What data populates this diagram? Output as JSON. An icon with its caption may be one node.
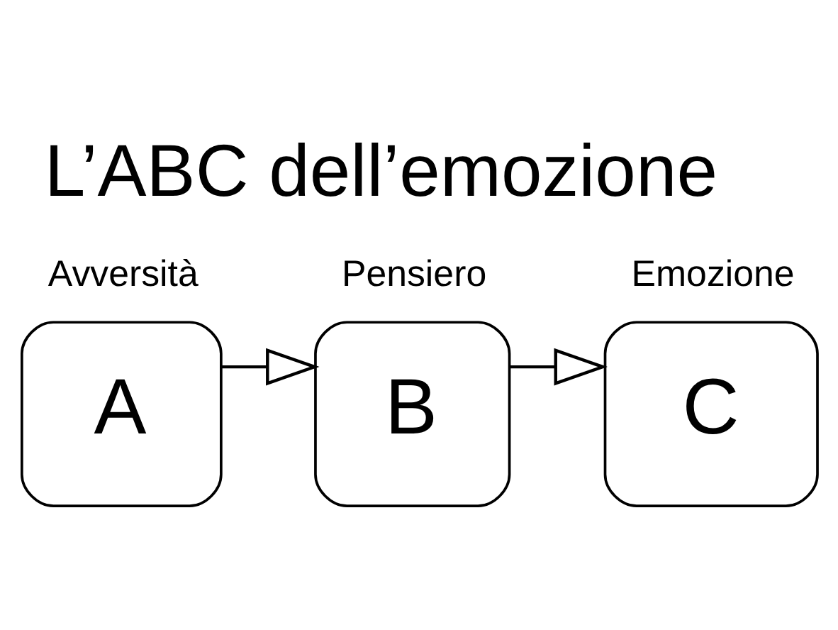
{
  "diagram": {
    "title": "L’ABC dell’emozione",
    "nodes": [
      {
        "text": [
          "A"
        ],
        "beside": [
          "Avversità"
        ]
      },
      {
        "text": [
          "B"
        ],
        "beside": [
          "Pensiero"
        ]
      },
      {
        "text": [
          "C"
        ],
        "beside": [
          "Emozione"
        ]
      }
    ],
    "edges": [
      {
        "from": 0,
        "to": 1,
        "arrow": "to"
      },
      {
        "from": 1,
        "to": 2,
        "arrow": "to"
      }
    ]
  }
}
